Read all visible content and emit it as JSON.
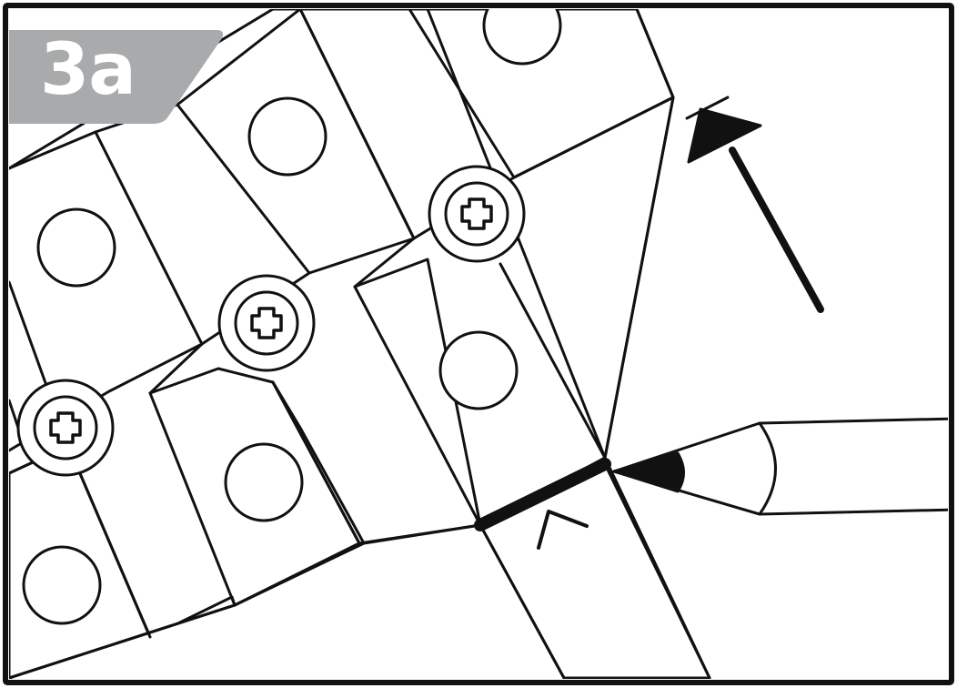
{
  "step": {
    "label": "3a",
    "badge_color": "#a9aaac"
  },
  "style": {
    "stroke": "#111111",
    "fill": "#ffffff"
  },
  "illustration": {
    "screws": [
      "screw-top-right",
      "screw-middle",
      "screw-bottom-left"
    ],
    "icons": [
      "pencil-icon",
      "arrow-up-left-icon",
      "pointer-arrow-icon"
    ]
  }
}
